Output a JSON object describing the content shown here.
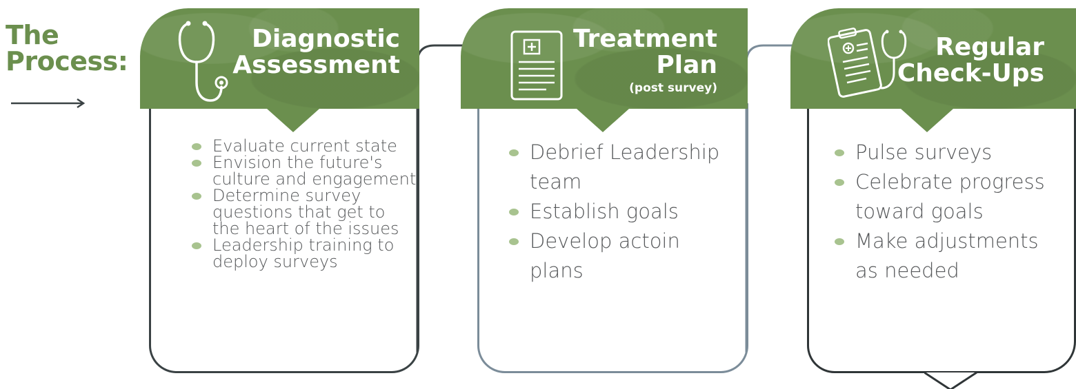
{
  "title": {
    "line1": "The",
    "line2": "Process:"
  },
  "colors": {
    "accent_green": "#6b8f4e",
    "bullet_green": "#a8c38f",
    "text_gray": "#56585a",
    "frame_dark": "#3a4244",
    "frame_slate": "#7b8c99"
  },
  "steps": [
    {
      "icon": "stethoscope-icon",
      "title_line1": "Diagnostic",
      "title_line2": "Assessment",
      "subtitle": "",
      "items": [
        "Evaluate current state",
        "Envision the future's culture and engagement",
        "Determine survey questions that get to the heart of the issues",
        "Leadership training to deploy surveys"
      ]
    },
    {
      "icon": "clipboard-plan-icon",
      "title_line1": "Treatment",
      "title_line2": "Plan",
      "subtitle": "(post survey)",
      "items": [
        "Debrief Leadership team",
        "Establish goals",
        "Develop actoin plans"
      ]
    },
    {
      "icon": "clipboard-stethoscope-icon",
      "title_line1": "Regular",
      "title_line2": "Check-Ups",
      "subtitle": "",
      "items": [
        "Pulse surveys",
        "Celebrate progress toward goals",
        "Make adjustments as needed"
      ]
    }
  ]
}
